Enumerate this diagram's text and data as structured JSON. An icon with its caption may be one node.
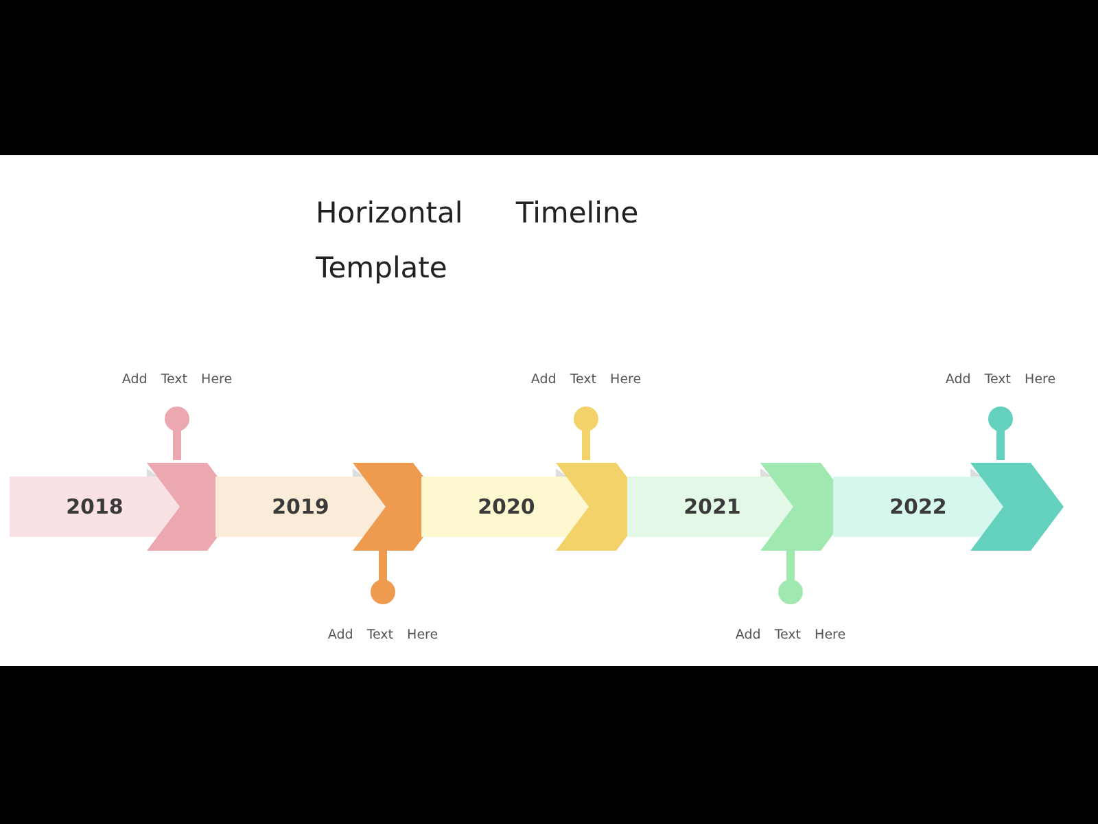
{
  "diagram": {
    "title": "Horizontal Timeline Template",
    "nodes": [
      {
        "text": [
          "2018"
        ]
      },
      {
        "text": [
          "2019"
        ]
      },
      {
        "text": [
          "2020"
        ]
      },
      {
        "text": [
          "2021"
        ]
      },
      {
        "text": [
          "2022"
        ]
      }
    ],
    "labels": [
      "Add Text Here",
      "Add Text Here",
      "Add Text Here",
      "Add Text Here",
      "Add Text Here"
    ]
  }
}
